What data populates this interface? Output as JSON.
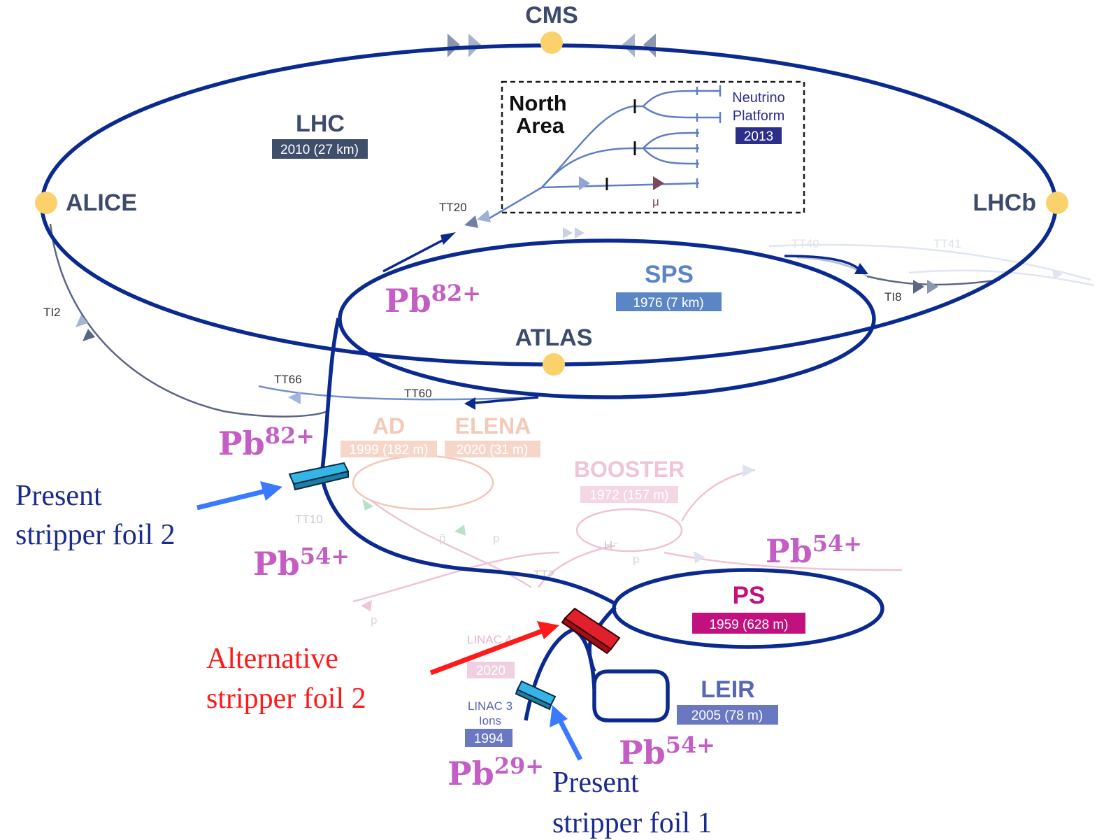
{
  "accelerators": {
    "lhc": {
      "name": "LHC",
      "year": "2010 (27 km)"
    },
    "sps": {
      "name": "SPS",
      "year": "1976 (7 km)"
    },
    "ps": {
      "name": "PS",
      "year": "1959 (628 m)"
    },
    "leir": {
      "name": "LEIR",
      "year": "2005 (78 m)"
    },
    "booster": {
      "name": "BOOSTER",
      "year": "1972 (157 m)"
    },
    "ad": {
      "name": "AD",
      "year": "1999 (182 m)"
    },
    "elena": {
      "name": "ELENA",
      "year": "2020 (31 m)"
    },
    "linac3": {
      "line1": "LINAC 3",
      "line2": "Ions",
      "year": "1994"
    },
    "linac4": {
      "name": "LINAC 4",
      "year": "2020"
    }
  },
  "experiments": {
    "cms": "CMS",
    "alice": "ALICE",
    "lhcb": "LHCb",
    "atlas": "ATLAS"
  },
  "north_area": {
    "line1": "North",
    "line2": "Area",
    "neutrino1": "Neutrino",
    "neutrino2": "Platform",
    "neutrino_year": "2013",
    "mu": "μ"
  },
  "transfer_lines": {
    "tt20": "TT20",
    "tt40": "TT40",
    "tt41": "TT41",
    "ti8": "TI8",
    "ti2": "TI2",
    "tt66": "TT66",
    "tt60": "TT60",
    "tt10": "TT10",
    "tt2": "TT2",
    "hminus": "H⁻",
    "p": "p",
    "pbar": "p̄"
  },
  "ions": {
    "pb82_sps": {
      "base": "Pb",
      "sup": "82+"
    },
    "pb82_foil": {
      "base": "Pb",
      "sup": "82+"
    },
    "pb54_tt10": {
      "base": "Pb",
      "sup": "54+"
    },
    "pb54_ps": {
      "base": "Pb",
      "sup": "54+"
    },
    "pb54_leir": {
      "base": "Pb",
      "sup": "54+"
    },
    "pb29": {
      "base": "Pb",
      "sup": "29+"
    }
  },
  "annotations": {
    "foil2_line1": "Present",
    "foil2_line2": "stripper foil 2",
    "alt_line1": "Alternative",
    "alt_line2": "stripper foil 2",
    "foil1_line1": "Present",
    "foil1_line2": "stripper foil 1"
  },
  "colors": {
    "ring": "#0b2a8f",
    "ion_label": "#c45ec4",
    "arrow_blue": "#3a7aff",
    "arrow_red": "#ff1a1a",
    "foil_present": "#33b5e5",
    "foil_alternative": "#e0202a",
    "badge_lhc": "#3f4e6b",
    "badge_sps": "#5b86c6",
    "badge_ps": "#c2117e",
    "badge_leir": "#6a78c2",
    "badge_na": "#2b2f8a"
  }
}
